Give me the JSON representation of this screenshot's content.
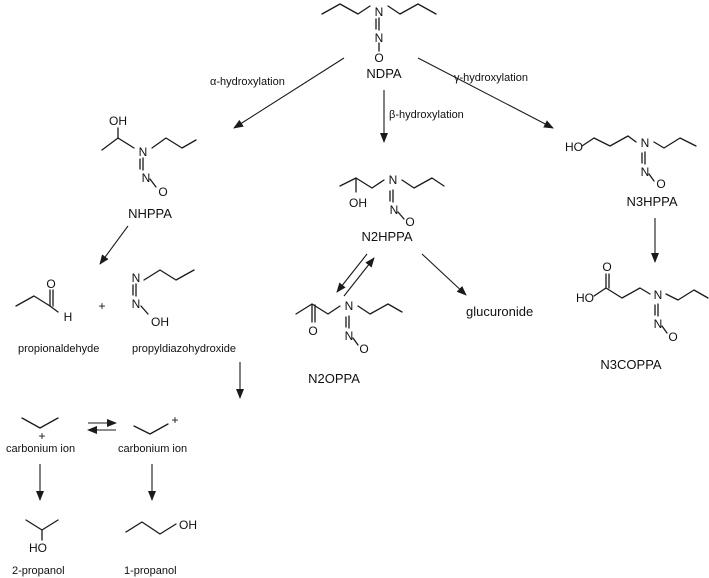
{
  "molecules": {
    "ndpa": "NDPA",
    "nhppa": "NHPPA",
    "n2hppa": "N2HPPA",
    "n3hppa": "N3HPPA",
    "n2oppa": "N2OPPA",
    "n3coppa": "N3COPPA",
    "propionaldehyde": "propionaldehyde",
    "propyldiazohydroxide": "propyldiazohydroxide",
    "carbonium1": "carbonium ion",
    "carbonium2": "carbonium ion",
    "propanol2": "2-propanol",
    "propanol1": "1-propanol",
    "glucuronide": "glucuronide"
  },
  "reactions": {
    "alpha": "α-hydroxylation",
    "beta": "β-hydroxylation",
    "gamma": "γ-hydroxylation"
  },
  "atoms": {
    "N": "N",
    "O": "O",
    "OH": "OH",
    "HO": "HO",
    "H": "H",
    "plus": "+"
  }
}
